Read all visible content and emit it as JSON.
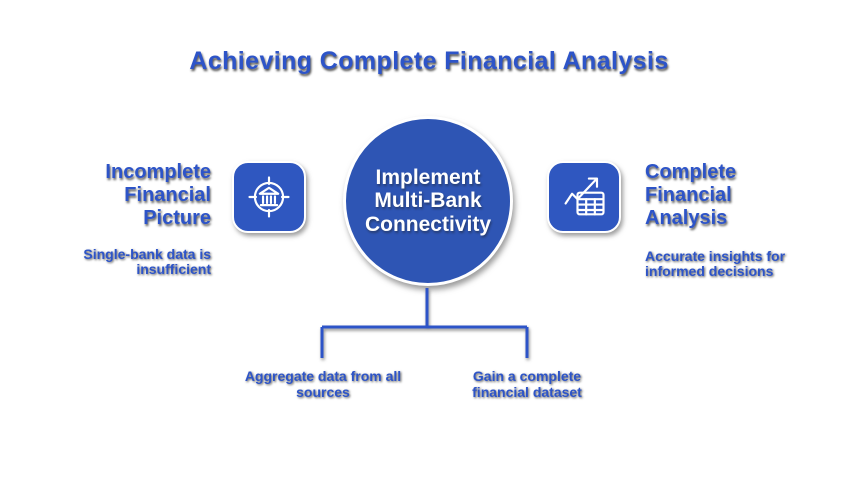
{
  "title": "Achieving Complete Financial Analysis",
  "problem": {
    "heading": "Incomplete Financial Picture",
    "description": "Single-bank data is insufficient",
    "icon": "bank-target-icon"
  },
  "solution": {
    "label": "Implement Multi-Bank Connectivity"
  },
  "result": {
    "heading": "Complete Financial Analysis",
    "description": "Accurate insights for informed decisions",
    "icon": "chart-growth-table-icon"
  },
  "outcomes": [
    {
      "label": "Aggregate data from all sources"
    },
    {
      "label": "Gain a complete financial dataset"
    }
  ],
  "colors": {
    "accent_blue": "#2d54c8",
    "circle_blue": "#2e55b4",
    "icon_blue": "#2f57c0",
    "text_on_blue": "#ffffff"
  }
}
